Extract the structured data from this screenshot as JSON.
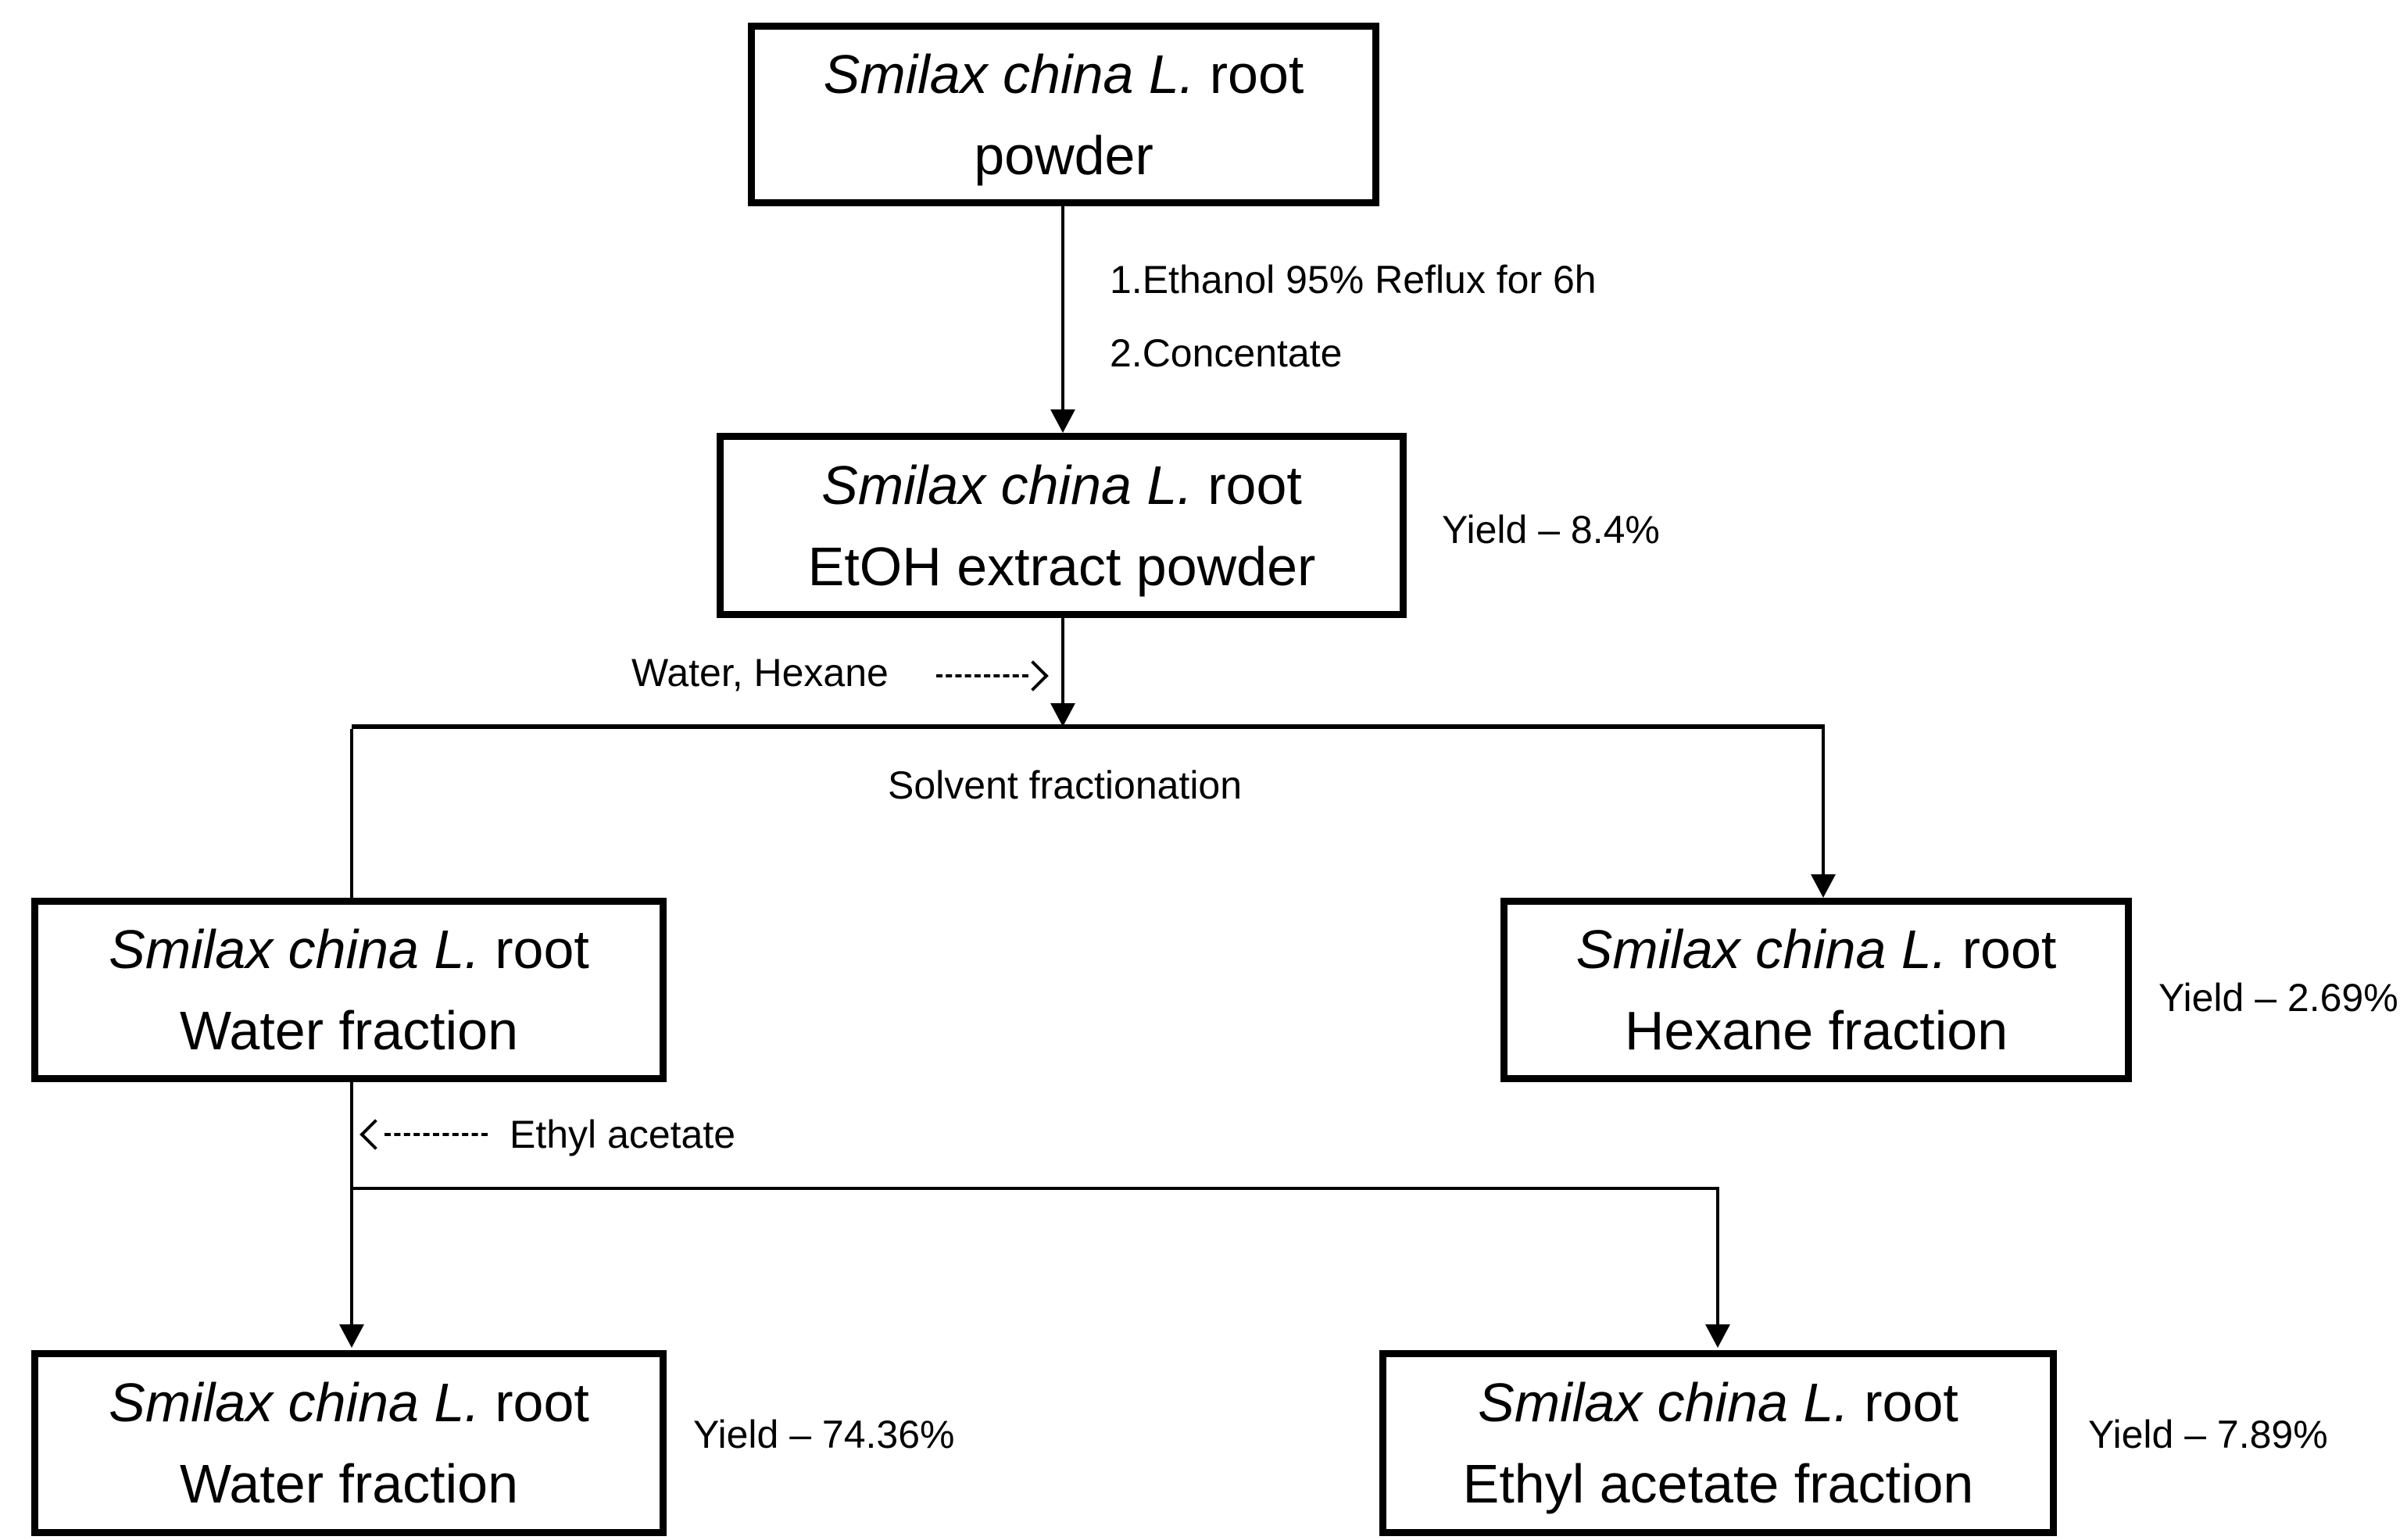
{
  "colors": {
    "ink": "#000000",
    "background": "#ffffff"
  },
  "nodes": {
    "root_powder": {
      "title_italic": "Smilax china L.",
      "title_rest": " root",
      "subtitle": "powder"
    },
    "etoh_extract": {
      "title_italic": "Smilax china L.",
      "title_rest": " root",
      "subtitle": "EtOH extract powder",
      "yield": "Yield – 8.4%"
    },
    "water_fraction_1": {
      "title_italic": "Smilax china L.",
      "title_rest": " root",
      "subtitle": "Water fraction"
    },
    "hexane_fraction": {
      "title_italic": "Smilax china L.",
      "title_rest": " root",
      "subtitle": "Hexane fraction",
      "yield": "Yield – 2.69%"
    },
    "water_fraction_2": {
      "title_italic": "Smilax china L.",
      "title_rest": " root",
      "subtitle": "Water fraction",
      "yield": "Yield – 74.36%"
    },
    "ethyl_acetate_fraction": {
      "title_italic": "Smilax china L.",
      "title_rest": " root",
      "subtitle": "Ethyl acetate fraction",
      "yield": "Yield – 7.89%"
    }
  },
  "labels": {
    "step1": "1.Ethanol 95% Reflux for 6h",
    "step2": "2.Concentate",
    "water_hexane": "Water, Hexane",
    "solvent_fractionation": "Solvent fractionation",
    "ethyl_acetate": "Ethyl acetate"
  }
}
